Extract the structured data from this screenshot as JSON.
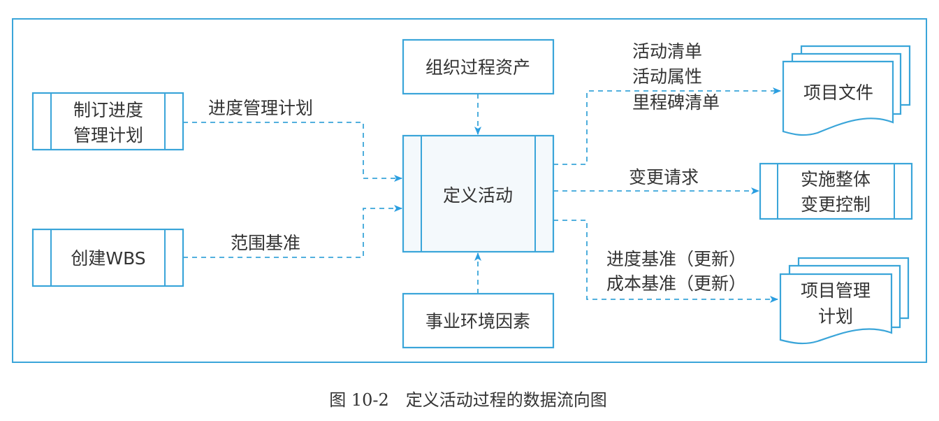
{
  "colors": {
    "line": "#3aa5d9",
    "arrow": "#2a9ee0",
    "text": "#333333"
  },
  "inputs": {
    "plan_schedule": [
      "制订进度",
      "管理计划"
    ],
    "create_wbs": "创建WBS",
    "org_assets": "组织过程资产",
    "enterprise_env": "事业环境因素"
  },
  "process": "定义活动",
  "flows": {
    "schedule_plan": "进度管理计划",
    "scope_baseline": "范围基准",
    "to_docs": [
      "活动清单",
      "活动属性",
      "里程碑清单"
    ],
    "change_request": "变更请求",
    "to_plan": [
      "进度基准（更新）",
      "成本基准（更新）"
    ]
  },
  "outputs": {
    "project_docs": "项目文件",
    "integrated_change": [
      "实施整体",
      "变更控制"
    ],
    "project_plan": [
      "项目管理",
      "计划"
    ]
  },
  "caption": "图 10-2　定义活动过程的数据流向图"
}
